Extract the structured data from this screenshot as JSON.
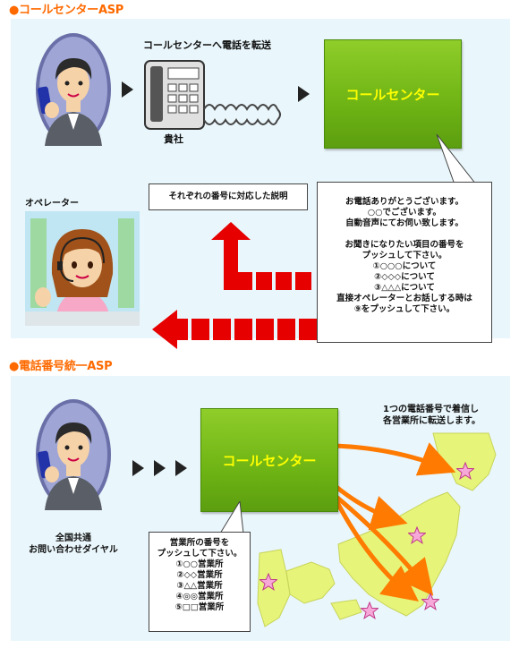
{
  "section1": {
    "title": "●コールセンターASP",
    "transfer_label": "コールセンターへ電話を転送",
    "company_label": "貴社",
    "callcenter_label": "コールセンター",
    "operator_label": "オペレーター",
    "explanation_label": "それぞれの番号に対応した説明",
    "bubble_lines": [
      "お電話ありがとうございます。",
      "○○でございます。",
      "自動音声にてお伺い致します。",
      "",
      "お聞きになりたい項目の番号を",
      "プッシュして下さい。",
      "①○○○について",
      "②◇◇◇について",
      "③△△△について",
      "直接オペレーターとお話しする時は",
      "⑨をプッシュして下さい。"
    ]
  },
  "section2": {
    "title": "●電話番号統一ASP",
    "callcenter_label": "コールセンター",
    "caption_line1": "全国共通",
    "caption_line2": "お問い合わせダイヤル",
    "note_line1": "1つの電話番号で着信し",
    "note_line2": "各営業所に転送します。",
    "bubble_lines": [
      "営業所の番号を",
      "プッシュして下さい。",
      "①○○営業所",
      "②◇◇営業所",
      "③△△営業所",
      "④◎◎営業所",
      "⑤□□営業所"
    ]
  },
  "colors": {
    "title": "#ff6a00",
    "panel": "#e9f6fb",
    "green": "#6eb414",
    "label_yellow": "#ffff00",
    "red_arrow": "#e60000",
    "orange_arrow": "#ff7a00",
    "map": "#e6f47a"
  }
}
